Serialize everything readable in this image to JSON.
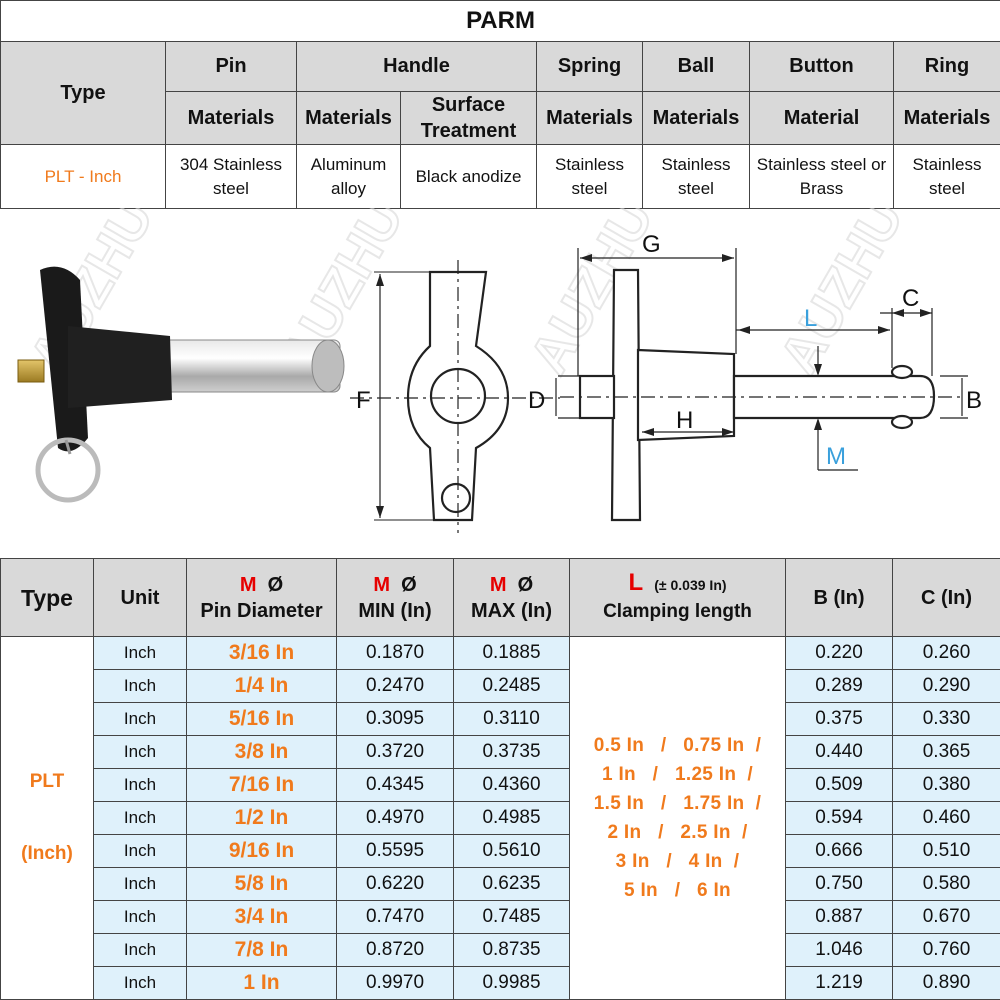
{
  "top_table": {
    "title": "PARM",
    "type_label": "Type",
    "groups": [
      "Pin",
      "Handle",
      "Spring",
      "Ball",
      "Button",
      "Ring"
    ],
    "sub_headers": [
      "Materials",
      "Materials",
      "Surface Treatment",
      "Materials",
      "Materials",
      "Material",
      "Materials"
    ],
    "type_value": "PLT - Inch",
    "values": [
      "304 Stainless steel",
      "Aluminum alloy",
      "Black anodize",
      "Stainless steel",
      "Stainless steel",
      "Stainless steel or Brass",
      "Stainless steel"
    ]
  },
  "diagram": {
    "labels": {
      "G": "G",
      "L": "L",
      "C": "C",
      "F": "F",
      "D": "D",
      "H": "H",
      "B": "B",
      "M": "M"
    },
    "watermark": "AUZHU"
  },
  "spec_table": {
    "headers": {
      "type": "Type",
      "unit": "Unit",
      "m_letter": "M",
      "dia_symbol": "Ø",
      "pin_diameter": "Pin Diameter",
      "min": "MIN (In)",
      "max": "MAX (In)",
      "l_letter": "L",
      "tolerance": "(± 0.039 In)",
      "clamping": "Clamping length",
      "b": "B  (In)",
      "c": "C  (In)"
    },
    "type_value_line1": "PLT",
    "type_value_line2": "(Inch)",
    "clamping_lines": [
      "0.5 In   /   0.75 In  /",
      "1 In   /   1.25 In  /",
      "1.5 In   /   1.75 In  /",
      "2 In   /   2.5 In  /",
      "3 In   /   4 In  /",
      "5 In   /   6 In"
    ],
    "rows": [
      {
        "unit": "Inch",
        "dia": "3/16 In",
        "min": "0.1870",
        "max": "0.1885",
        "b": "0.220",
        "c": "0.260"
      },
      {
        "unit": "Inch",
        "dia": "1/4 In",
        "min": "0.2470",
        "max": "0.2485",
        "b": "0.289",
        "c": "0.290"
      },
      {
        "unit": "Inch",
        "dia": "5/16 In",
        "min": "0.3095",
        "max": "0.3110",
        "b": "0.375",
        "c": "0.330"
      },
      {
        "unit": "Inch",
        "dia": "3/8 In",
        "min": "0.3720",
        "max": "0.3735",
        "b": "0.440",
        "c": "0.365"
      },
      {
        "unit": "Inch",
        "dia": "7/16 In",
        "min": "0.4345",
        "max": "0.4360",
        "b": "0.509",
        "c": "0.380"
      },
      {
        "unit": "Inch",
        "dia": "1/2 In",
        "min": "0.4970",
        "max": "0.4985",
        "b": "0.594",
        "c": "0.460"
      },
      {
        "unit": "Inch",
        "dia": "9/16 In",
        "min": "0.5595",
        "max": "0.5610",
        "b": "0.666",
        "c": "0.510"
      },
      {
        "unit": "Inch",
        "dia": "5/8 In",
        "min": "0.6220",
        "max": "0.6235",
        "b": "0.750",
        "c": "0.580"
      },
      {
        "unit": "Inch",
        "dia": "3/4 In",
        "min": "0.7470",
        "max": "0.7485",
        "b": "0.887",
        "c": "0.670"
      },
      {
        "unit": "Inch",
        "dia": "7/8 In",
        "min": "0.8720",
        "max": "0.8735",
        "b": "1.046",
        "c": "0.760"
      },
      {
        "unit": "Inch",
        "dia": "1 In",
        "min": "0.9970",
        "max": "0.9985",
        "b": "1.219",
        "c": "0.890"
      }
    ]
  },
  "colors": {
    "accent_orange": "#f07a1c",
    "accent_red": "#e60000",
    "label_blue": "#3aa0dc",
    "cell_blue": "#dff1fb",
    "header_gray": "#d9d9d9"
  }
}
